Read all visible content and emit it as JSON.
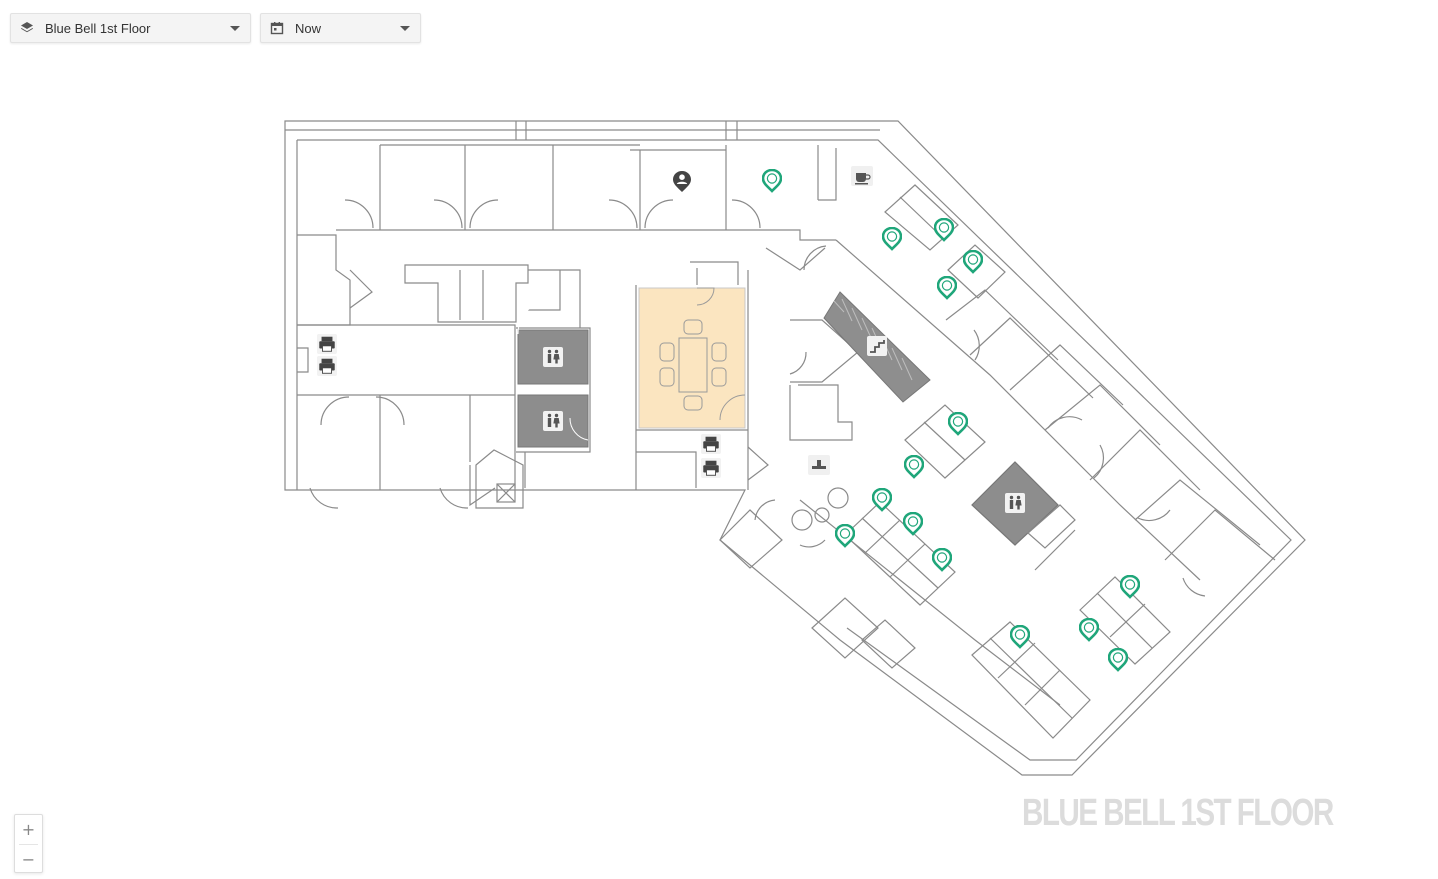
{
  "toolbar": {
    "floor": {
      "selected": "Blue Bell 1st Floor",
      "icon": "layers-icon"
    },
    "time": {
      "selected": "Now",
      "icon": "calendar-icon"
    }
  },
  "map": {
    "floor_label": "BLUE BELL 1ST FLOOR",
    "colors": {
      "wall": "#8a8a8a",
      "restroom": "#8d8d8d",
      "meeting_room_highlight": "#fbe5c0",
      "available_desk": "#1fa67a",
      "occupied_desk": "#444444"
    },
    "markers": {
      "available_desk_icon": "location-pin-icon",
      "occupied_desk_icon": "user-pin-icon",
      "restroom_icon": "restroom-icon",
      "printer_icon": "printer-icon",
      "kitchen_icon": "coffee-cup-icon",
      "stairs_icon": "stairs-icon",
      "reception_icon": "reception-bell-icon"
    }
  },
  "zoom": {
    "in_label": "+",
    "out_label": "−"
  }
}
